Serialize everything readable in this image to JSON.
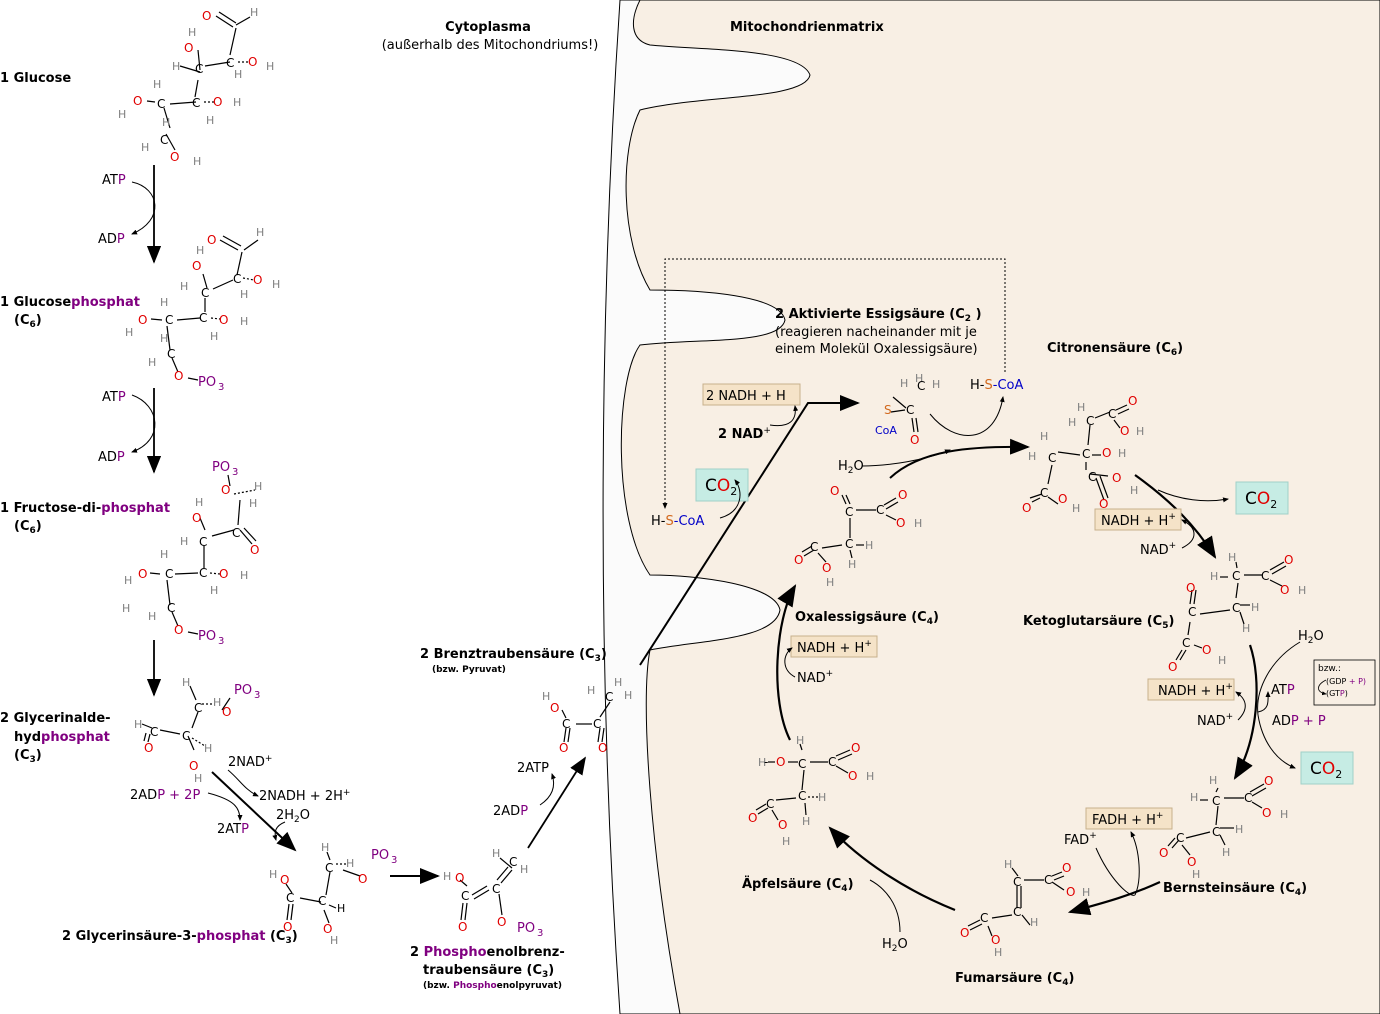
{
  "regions": {
    "cytoplasm_title": "Cytoplasma",
    "cytoplasm_note": "(außerhalb des Mitochondriums!)",
    "matrix_title": "Mitochondrienmatrix"
  },
  "glycolysis": {
    "glucose": {
      "count": "1",
      "name": "Glucose"
    },
    "glucosephosphat": {
      "count": "1",
      "name": "Glucose",
      "name_highlight": "phosphat",
      "formula": "(C",
      "sub": "6",
      "close": ")"
    },
    "fructose": {
      "count": "1",
      "name": "Fructose-di-",
      "name_highlight": "phosphat",
      "formula": "(C",
      "sub": "6",
      "close": ")"
    },
    "glycerinaldehyd": {
      "line1": "2 Glycerinalde-",
      "line2": "hyd",
      "line2_highlight": "phosphat",
      "formula": "(C",
      "sub": "3",
      "close": ")"
    },
    "glycerinsaeure": {
      "name": "2 Glycerinsäure-3-",
      "name_highlight": "phosphat",
      "formula": " (C",
      "sub": "3",
      "close": ")"
    },
    "pep": {
      "count": "2 ",
      "name_highlight": "Phospho",
      "name": "enolbrenz-",
      "line2": "traubensäure (C",
      "sub": "3",
      "close": ")",
      "alt_pre": "(bzw. ",
      "alt_highlight": "Phospho",
      "alt_post": "enolpyruvat)"
    },
    "pyruvat": {
      "name": "2 Brenztraubensäure (C",
      "sub": "3",
      "close": ")",
      "alt": "(bzw. Pyruvat)"
    }
  },
  "cofactors": {
    "atp_pre": "AT",
    "atp_p": "P",
    "adp_pre": "AD",
    "adp_p": "P",
    "nad2": "2NAD",
    "plus": "+",
    "adp2_pre": "2AD",
    "adp2_p": "P + 2P",
    "nadh2": "2NADH + 2H",
    "atp2_pre": "2AT",
    "atp2_p": "P",
    "h2o2_pre": "2H",
    "h2o2_sub": "2",
    "h2o2_post": "O",
    "atp2b": "2ATP",
    "adp2b_pre": "2AD",
    "adp2b_p": "P"
  },
  "krebs": {
    "essig_title": "2 Aktivierte Essigsäure (C",
    "essig_sub": "2",
    "essig_close": " )",
    "essig_note1": "(reagieren nacheinander mit je",
    "essig_note2": "einem Molekül Oxalessigsäure)",
    "citronensaeure": {
      "name": "Citronensäure (C",
      "sub": "6",
      "close": ")"
    },
    "ketoglutarsaeure": {
      "name": "Ketoglutarsäure (C",
      "sub": "5",
      "close": ")"
    },
    "bernsteinsaeure": {
      "name": "Bernsteinsäure (C",
      "sub": "4",
      "close": ")"
    },
    "fumarsaeure": {
      "name": "Fumarsäure (C",
      "sub": "4",
      "close": ")"
    },
    "aepfelsaeure": {
      "name": "Äpfelsäure (C",
      "sub": "4",
      "close": ")"
    },
    "oxalessigsaeure": {
      "name": "Oxalessigsäure (C",
      "sub": "4",
      "close": ")"
    },
    "nadh_box": "NADH + H",
    "nadh2_box": "2 NADH + H",
    "nad": "NAD",
    "nad2": "2 NAD",
    "fadh_box": "FADH + H",
    "fad": "FAD",
    "h2o": "H",
    "co2_c": "C",
    "co2_o": "O",
    "co2_sub": "2",
    "coa": "CoA",
    "s": "S",
    "h": "H-",
    "atp_pre": "AT",
    "atp_p": "P",
    "adp_pre": "AD",
    "adp_p": "P + P",
    "bzw": "bzw.:",
    "gdp_pre": "(GDP",
    "gdp_mid": " + P)",
    "gtp": "(GTP)"
  },
  "colors": {
    "oxygen": "#e00000",
    "phosphate": "#800080",
    "sulfur": "#d2691e",
    "coa": "#0000c8",
    "hydrogen": "#808080",
    "matrix_fill": "#f8efe4",
    "box_fill": "#f5e3c8",
    "co2_fill": "#c6ece4"
  }
}
